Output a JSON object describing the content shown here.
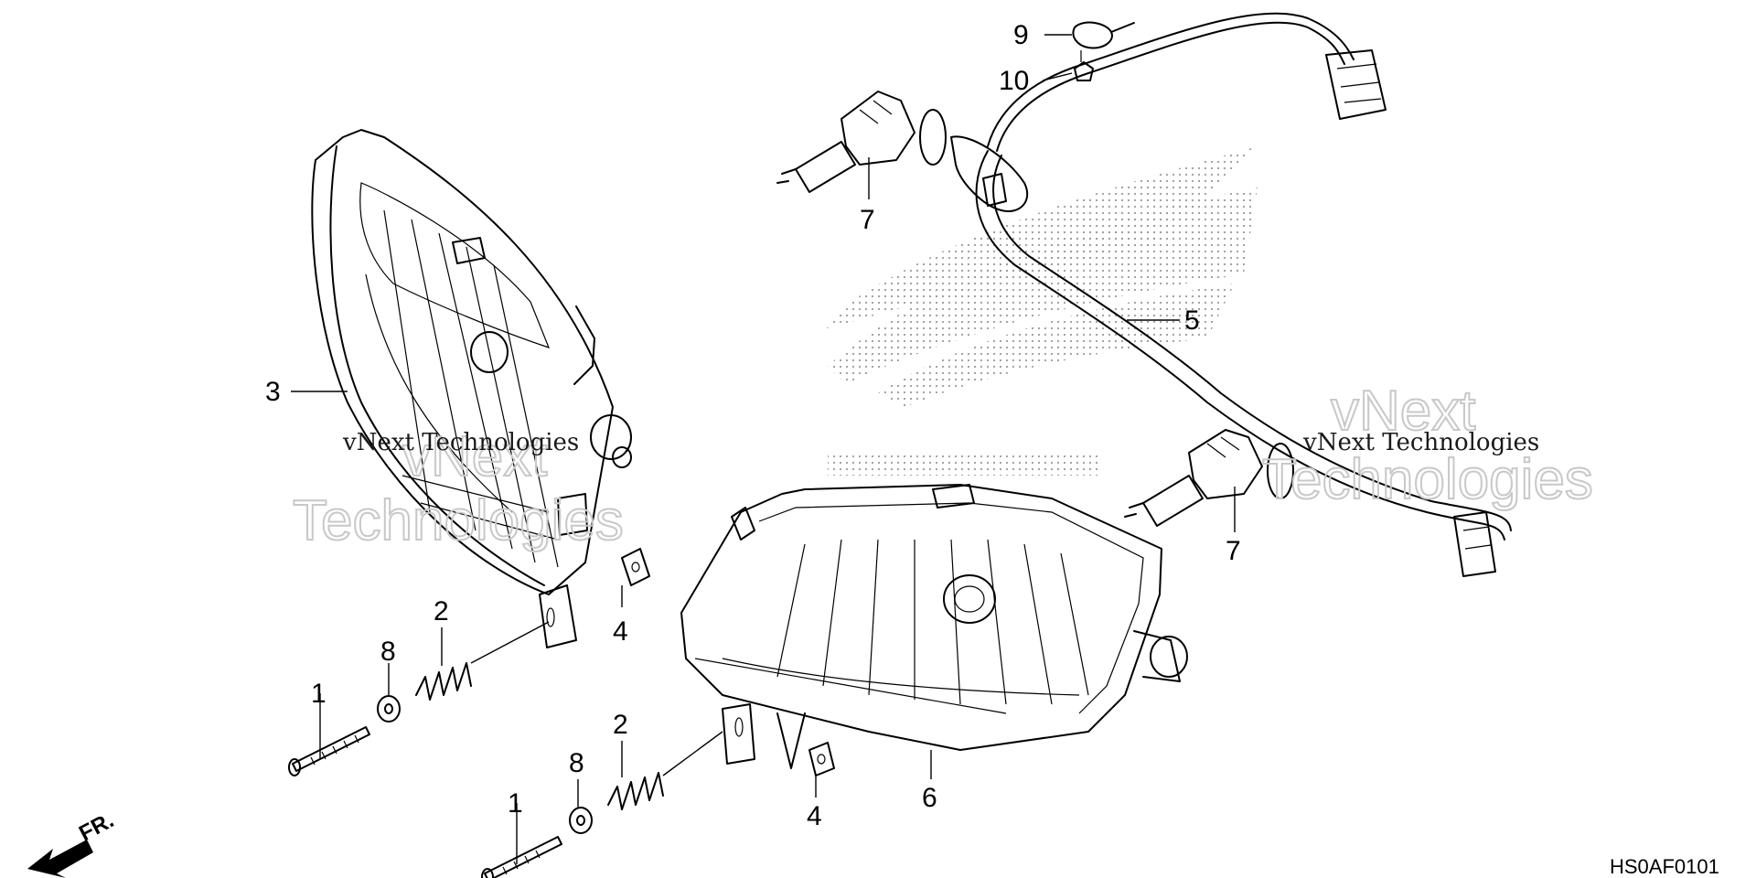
{
  "parts": [
    {
      "ref": "1",
      "label": "1"
    },
    {
      "ref": "2",
      "label": "2"
    },
    {
      "ref": "3",
      "label": "3"
    },
    {
      "ref": "4",
      "label": "4"
    },
    {
      "ref": "5",
      "label": "5"
    },
    {
      "ref": "6",
      "label": "6"
    },
    {
      "ref": "7",
      "label": "7"
    },
    {
      "ref": "8",
      "label": "8"
    },
    {
      "ref": "9",
      "label": "9"
    },
    {
      "ref": "10",
      "label": "10"
    }
  ],
  "direction_marker": "FR.",
  "diagram_code": "HS0AF0101",
  "watermark": {
    "line1": "vNext",
    "line2": "Technologies",
    "small": "vNext Technologies"
  }
}
